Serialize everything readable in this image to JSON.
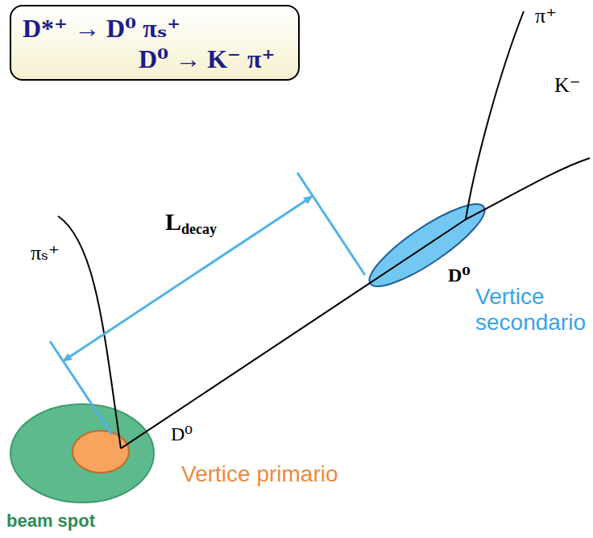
{
  "diagram": {
    "nodes": [
      {
        "text": [
          "D*⁺ → D⁰ πₛ⁺",
          "D⁰ → K⁻ π⁺"
        ]
      },
      {
        "text": [
          "beam spot"
        ]
      },
      {
        "text": [
          "D⁰",
          "Vertice primario"
        ],
        "in": 1
      },
      {
        "text": [
          "D⁰",
          "Vertice secondario"
        ]
      }
    ],
    "edges": [
      {
        "from": 2,
        "to": 3,
        "arrow": "none"
      }
    ],
    "labels": [
      "π⁺",
      "K⁻",
      "πₛ⁺",
      "L",
      "decay"
    ]
  }
}
